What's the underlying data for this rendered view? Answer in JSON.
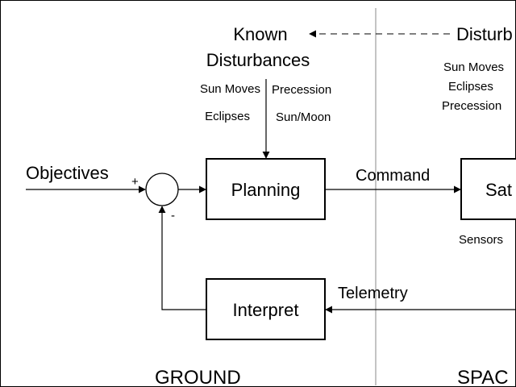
{
  "disturbances": {
    "known_line1": "Known",
    "known_line2": "Disturbances",
    "known_col1": [
      "Sun Moves",
      "Eclipses"
    ],
    "known_col2": [
      "Precession",
      "Sun/Moon"
    ],
    "actual_title": "Disturb",
    "actual_items": [
      "Sun Moves",
      "Eclipses",
      "Precession"
    ]
  },
  "blocks": {
    "planning": "Planning",
    "satellite": "Sat",
    "interpret": "Interpret"
  },
  "signals": {
    "objectives": "Objectives",
    "plus": "+",
    "minus": "-",
    "command": "Command",
    "telemetry": "Telemetry",
    "sensors": "Sensors"
  },
  "regions": {
    "ground": "GROUND",
    "space": "SPAC"
  }
}
